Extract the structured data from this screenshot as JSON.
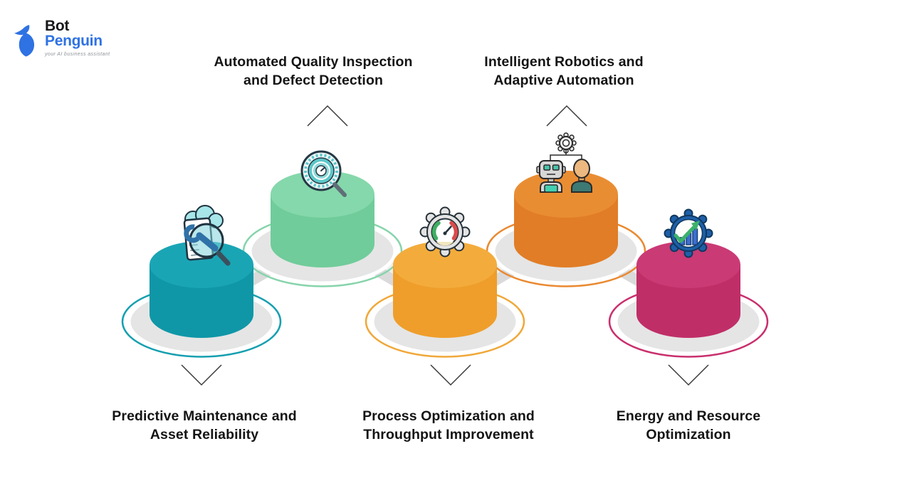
{
  "logo": {
    "brand_top": "Bot",
    "brand_bottom": "Penguin",
    "tagline": "your AI business assistant",
    "brand_color": "#2f72e3",
    "text_color": "#17171a"
  },
  "connector": {
    "band_color": "#dadada",
    "band_highlight": "#eef0f0",
    "platter_color": "#e5e5e5",
    "chevron_color": "#3a3a3a"
  },
  "steps": [
    {
      "label": "Predictive Maintenance and Asset Reliability",
      "label_line1": "Predictive Maintenance and",
      "label_line2": "Asset Reliability",
      "label_position": "bottom",
      "icon": "document-wrench-magnifier-icon",
      "colors": {
        "top": "#1aa5b5",
        "side": "#0f97a7",
        "ring": "#159fb0"
      }
    },
    {
      "label": "Automated Quality Inspection and Defect Detection",
      "label_line1": "Automated Quality Inspection",
      "label_line2": "and Defect Detection",
      "label_position": "top",
      "icon": "magnifier-gauge-icon",
      "colors": {
        "top": "#85d8ab",
        "side": "#70cc9a",
        "ring": "#86d4ab"
      }
    },
    {
      "label": "Process Optimization and Throughput Improvement",
      "label_line1": "Process Optimization and",
      "label_line2": "Throughput Improvement",
      "label_position": "bottom",
      "icon": "gear-speedometer-icon",
      "colors": {
        "top": "#f3ac3c",
        "side": "#ef9e2b",
        "ring": "#f0a839"
      }
    },
    {
      "label": "Intelligent Robotics and Adaptive Automation",
      "label_line1": "Intelligent Robotics and",
      "label_line2": "Adaptive Automation",
      "label_position": "top",
      "icon": "robot-human-gear-icon",
      "colors": {
        "top": "#e98d33",
        "side": "#e17d26",
        "ring": "#ea8930"
      }
    },
    {
      "label": "Energy and Resource Optimization",
      "label_line1": "Energy and Resource",
      "label_line2": "Optimization",
      "label_position": "bottom",
      "icon": "gear-chart-arrow-icon",
      "colors": {
        "top": "#ca3a74",
        "side": "#c02e68",
        "ring": "#c92f6e"
      }
    }
  ]
}
